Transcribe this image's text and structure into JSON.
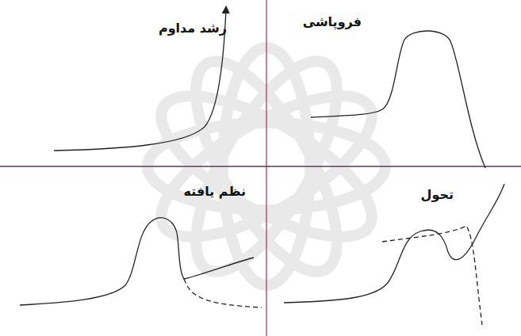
{
  "diagram": {
    "labels": [
      "رشد مداوم",
      "فروپاشی",
      "نظم یافته",
      "تحول"
    ]
  }
}
